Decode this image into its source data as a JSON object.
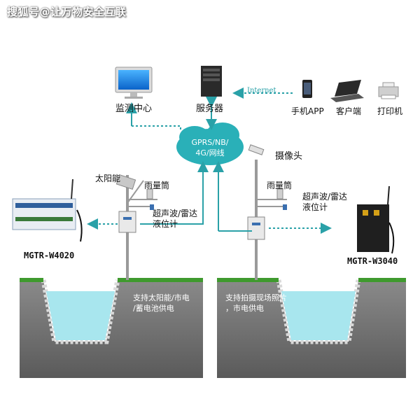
{
  "watermark": "搜狐号@让万物安全互联",
  "nodes": {
    "monitor_center": "监测中心",
    "server": "服务器",
    "phone_app": "手机APP",
    "client": "客户端",
    "printer": "打印机",
    "camera": "摄像头",
    "solar": "太阳能",
    "rain_gauge_left": "雨量筒",
    "rain_gauge_right": "雨量筒",
    "ultrasonic_left_1": "超声波/雷达",
    "ultrasonic_left_2": "液位计",
    "ultrasonic_right_1": "超声波/雷达",
    "ultrasonic_right_2": "液位计"
  },
  "cloud": {
    "line1": "GPRS/NB/",
    "line2": "4G/网线"
  },
  "internet_label": "Internet",
  "devices": {
    "left_model": "MGTR-W4020",
    "right_model": "MGTR-W3040"
  },
  "ground": {
    "left_note_1": "支持太阳能/市电",
    "left_note_2": "/蓄电池供电",
    "right_note_1": "支持拍摄现场照片",
    "right_note_2": "，市电供电"
  },
  "colors": {
    "arrow": "#2aa1a8",
    "water": "#a8e6ee",
    "ground": "#6f6f6f",
    "grass": "#3f9a2e"
  }
}
